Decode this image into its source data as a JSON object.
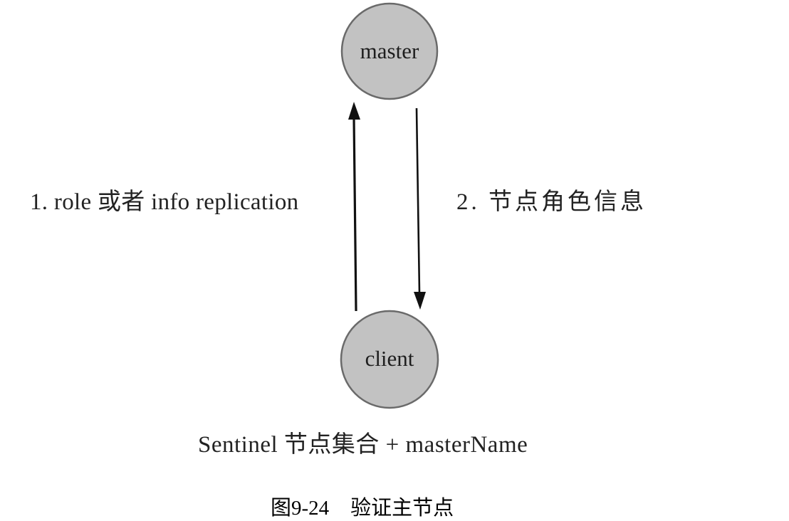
{
  "diagram": {
    "nodes": [
      {
        "id": "master",
        "label": "master",
        "fill": "#c2c2c2",
        "stroke": "#6a6a6a"
      },
      {
        "id": "client",
        "label": "client",
        "fill": "#c2c2c2",
        "stroke": "#6a6a6a"
      }
    ],
    "edges": [
      {
        "id": "step-1",
        "from": "client",
        "to": "master",
        "label": "1. role 或者 info replication"
      },
      {
        "id": "step-2",
        "from": "master",
        "to": "client",
        "label": "2. 节点角色信息"
      }
    ],
    "client_annotation": "Sentinel 节点集合 + masterName",
    "caption": {
      "figure_number": "图9-24",
      "title": "验证主节点"
    },
    "colors": {
      "node_fill": "#c2c2c2",
      "node_stroke": "#6a6a6a",
      "arrow": "#111111",
      "text": "#222222"
    }
  }
}
